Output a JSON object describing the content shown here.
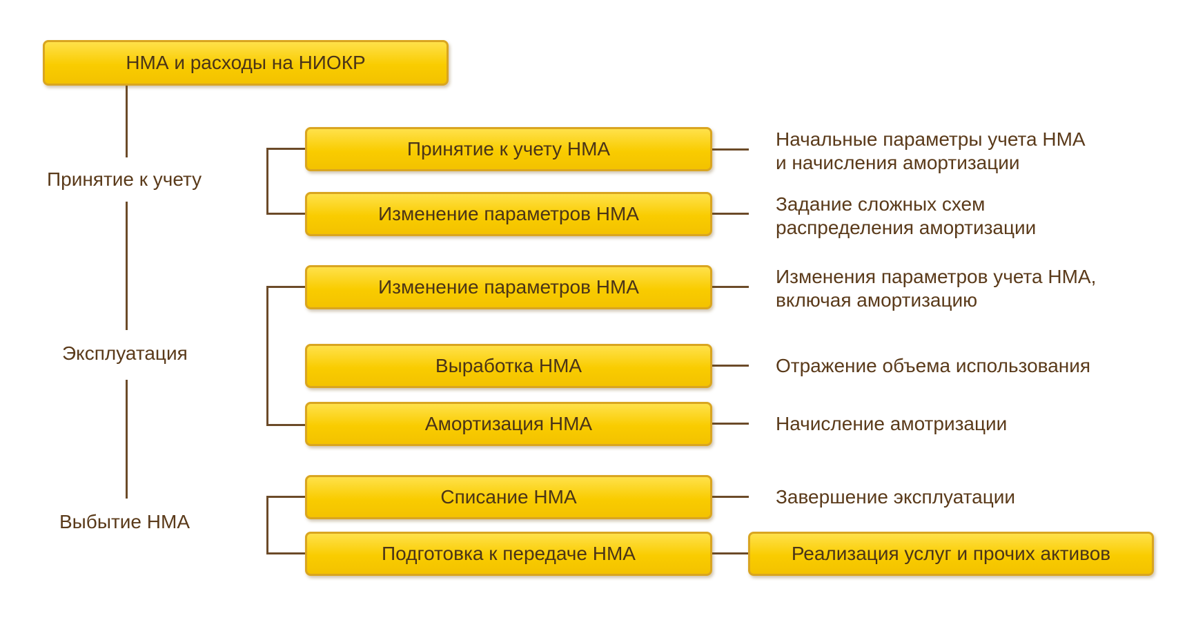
{
  "root": {
    "title": "НМА и расходы на НИОКР"
  },
  "stages": [
    {
      "label": "Принятие к учету"
    },
    {
      "label": "Эксплуатация"
    },
    {
      "label": "Выбытие НМА"
    }
  ],
  "operations": [
    {
      "label": "Принятие к учету НМА",
      "note_lines": [
        "Начальные параметры учета НМА",
        "и начисления амортизации"
      ]
    },
    {
      "label": "Изменение параметров НМА",
      "note_lines": [
        "Задание сложных схем",
        "распределения амортизации"
      ]
    },
    {
      "label": "Изменение параметров НМА",
      "note_lines": [
        "Изменения параметров учета НМА,",
        "включая амортизацию"
      ]
    },
    {
      "label": "Выработка НМА",
      "note_lines": [
        "Отражение объема использования"
      ]
    },
    {
      "label": "Амортизация НМА",
      "note_lines": [
        "Начисление амотризации"
      ]
    },
    {
      "label": "Списание НМА",
      "note_lines": [
        "Завершение эксплуатации"
      ]
    },
    {
      "label": "Подготовка к передаче НМА",
      "target": "Реализация услуг и прочих активов"
    }
  ],
  "colors": {
    "box_fill": "#f9cc00",
    "box_border": "#d9a520",
    "line": "#6b4a28",
    "text": "#5a3a1a"
  }
}
